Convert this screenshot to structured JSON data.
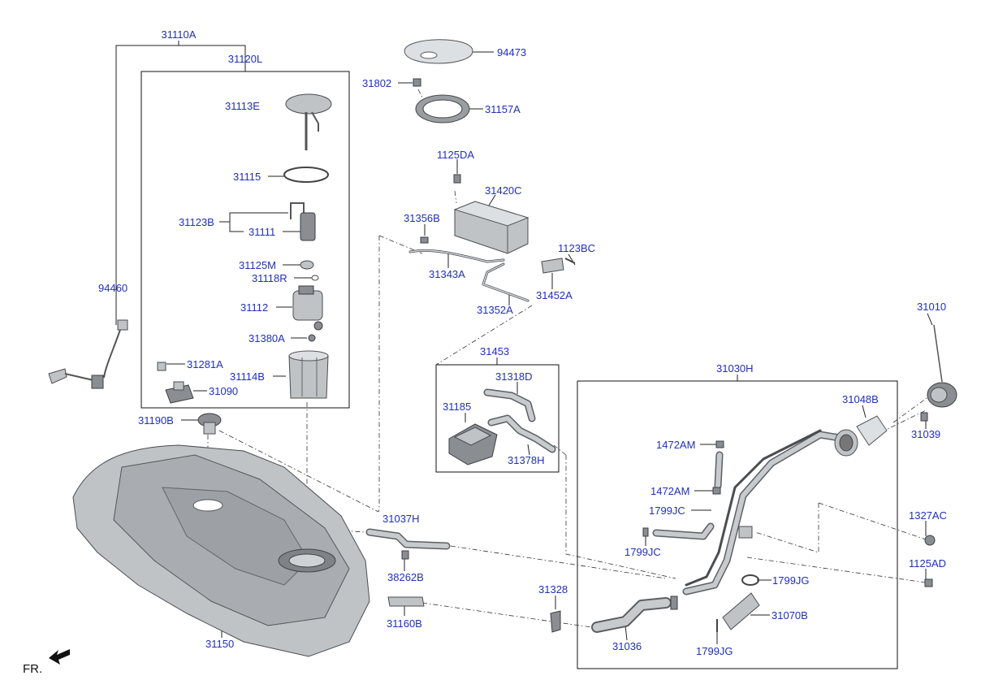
{
  "labels": {
    "l31110A": "31110A",
    "l31120L": "31120L",
    "l94473": "94473",
    "l31802": "31802",
    "l31157A": "31157A",
    "l31113E": "31113E",
    "l31115": "31115",
    "l31123B": "31123B",
    "l31111": "31111",
    "l31125M": "31125M",
    "l31118R": "31118R",
    "l31112": "31112",
    "l31380A": "31380A",
    "l31281A": "31281A",
    "l31114B": "31114B",
    "l31090": "31090",
    "l94460": "94460",
    "l1125DA": "1125DA",
    "l31420C": "31420C",
    "l31356B": "31356B",
    "l1123BC": "1123BC",
    "l31343A": "31343A",
    "l31452A": "31452A",
    "l31352A": "31352A",
    "l31453": "31453",
    "l31318D": "31318D",
    "l31185": "31185",
    "l31378H": "31378H",
    "l31010": "31010",
    "l31030H": "31030H",
    "l31048B": "31048B",
    "l31039": "31039",
    "l1472AM_a": "1472AM",
    "l1472AM_b": "1472AM",
    "l1799JC_a": "1799JC",
    "l1799JC_b": "1799JC",
    "l1327AC": "1327AC",
    "l1125AD": "1125AD",
    "l1799JG_a": "1799JG",
    "l1799JG_b": "1799JG",
    "l31070B": "31070B",
    "l31036": "31036",
    "l31190B": "31190B",
    "l31037H": "31037H",
    "l38262B": "38262B",
    "l31328": "31328",
    "l31160B": "31160B",
    "l31150": "31150"
  },
  "orientation": {
    "label": "FR."
  },
  "colors": {
    "label": "#1f2fbf",
    "line": "#222222"
  }
}
